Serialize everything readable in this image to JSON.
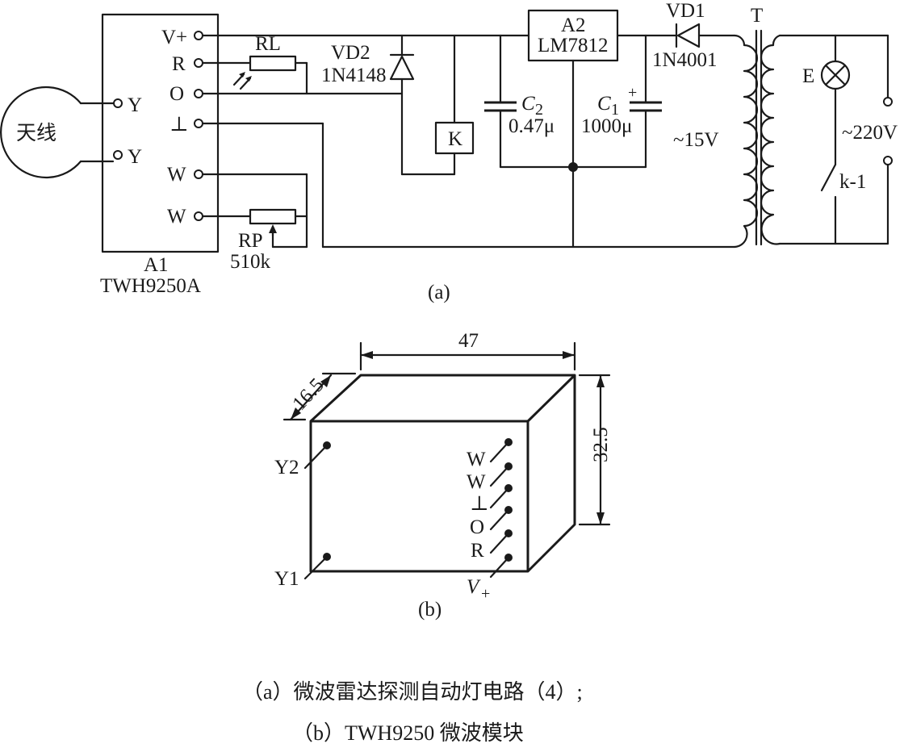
{
  "module": {
    "name": "A1",
    "model": "TWH9250A",
    "pins": [
      "V+",
      "R",
      "O",
      "⊥",
      "W",
      "W"
    ],
    "antenna_pins": [
      "Y",
      "Y"
    ]
  },
  "antenna": {
    "label": "天线"
  },
  "photoresistor": {
    "name": "RL"
  },
  "diode_vd2": {
    "name": "VD2",
    "part": "1N4148"
  },
  "relay": {
    "name": "K",
    "contact": "k-1"
  },
  "regulator": {
    "name": "A2",
    "part": "LM7812"
  },
  "cap_c2": {
    "name": "C",
    "sub": "2",
    "value": "0.47μ"
  },
  "cap_c1": {
    "name": "C",
    "sub": "1",
    "value": "1000μ",
    "polarity": "+"
  },
  "diode_vd1": {
    "name": "VD1",
    "part": "1N4001"
  },
  "transformer": {
    "name": "T",
    "secondary": "~15V",
    "primary": "~220V"
  },
  "lamp": {
    "name": "E"
  },
  "pot": {
    "name": "RP",
    "value": "510k"
  },
  "label_a": "(a)",
  "block": {
    "width": "47",
    "depth": "16.5",
    "height": "32.5",
    "left_pins": [
      "Y2",
      "Y1"
    ],
    "right_pins": [
      "W",
      "W",
      "⊥",
      "O",
      "R"
    ],
    "vplus": "V",
    "vplus_sub": "+"
  },
  "label_b": "(b)",
  "captions": {
    "line1": "（a）微波雷达探测自动灯电路（4）;",
    "line2": "（b）TWH9250 微波模块"
  }
}
